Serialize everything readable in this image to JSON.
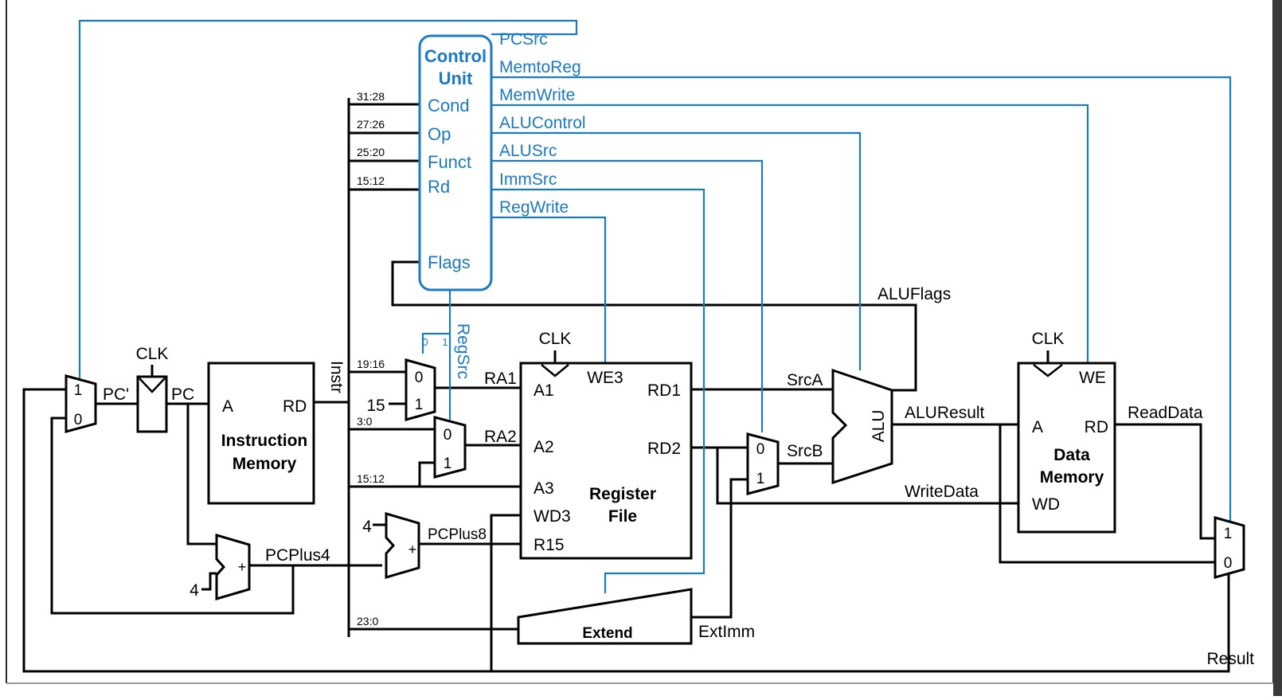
{
  "diagram": {
    "control_unit": {
      "title_line1": "Control",
      "title_line2": "Unit",
      "inputs": {
        "cond": "Cond",
        "op": "Op",
        "funct": "Funct",
        "rd": "Rd",
        "flags": "Flags"
      },
      "outputs": {
        "pcsrc": "PCSrc",
        "memtoreg": "MemtoReg",
        "memwrite": "MemWrite",
        "alucontrol": "ALUControl",
        "alusrc": "ALUSrc",
        "immsrc": "ImmSrc",
        "regwrite": "RegWrite",
        "regsrc": "RegSrc"
      },
      "regsrc_bits": {
        "bit0": "0",
        "bit1": "1"
      }
    },
    "instr_fields": {
      "f3128": "31:28",
      "f2726": "27:26",
      "f2520": "25:20",
      "f1512a": "15:12",
      "f1916": "19:16",
      "f30": "3:0",
      "f1512b": "15:12",
      "f230": "23:0"
    },
    "clk": "CLK",
    "pc_mux": {
      "in1": "1",
      "in0": "0"
    },
    "pc_register": {
      "input": "PC'",
      "output": "PC"
    },
    "instruction_memory": {
      "port_a": "A",
      "port_rd": "RD",
      "title_line1": "Instruction",
      "title_line2": "Memory",
      "output_bus": "Instr"
    },
    "ra1_mux": {
      "in0": "0",
      "in1": "1",
      "const": "15",
      "output": "RA1"
    },
    "ra2_mux": {
      "in0": "0",
      "in1": "1",
      "output": "RA2"
    },
    "register_file": {
      "a1": "A1",
      "a2": "A2",
      "a3": "A3",
      "wd3": "WD3",
      "r15": "R15",
      "we3": "WE3",
      "rd1": "RD1",
      "rd2": "RD2",
      "title_line1": "Register",
      "title_line2": "File"
    },
    "pcplus4_adder": {
      "const": "4",
      "output": "PCPlus4"
    },
    "pcplus8_adder": {
      "const": "4",
      "output": "PCPlus8"
    },
    "extend": {
      "label": "Extend",
      "output": "ExtImm"
    },
    "srcb_mux": {
      "in0": "0",
      "in1": "1",
      "output": "SrcB"
    },
    "alu": {
      "label": "ALU",
      "srca": "SrcA",
      "result": "ALUResult",
      "flags": "ALUFlags"
    },
    "data_memory": {
      "we": "WE",
      "port_a": "A",
      "port_rd": "RD",
      "port_wd": "WD",
      "title_line1": "Data",
      "title_line2": "Memory",
      "read_data": "ReadData"
    },
    "write_data": "WriteData",
    "result_mux": {
      "in1": "1",
      "in0": "0"
    },
    "result": "Result"
  }
}
